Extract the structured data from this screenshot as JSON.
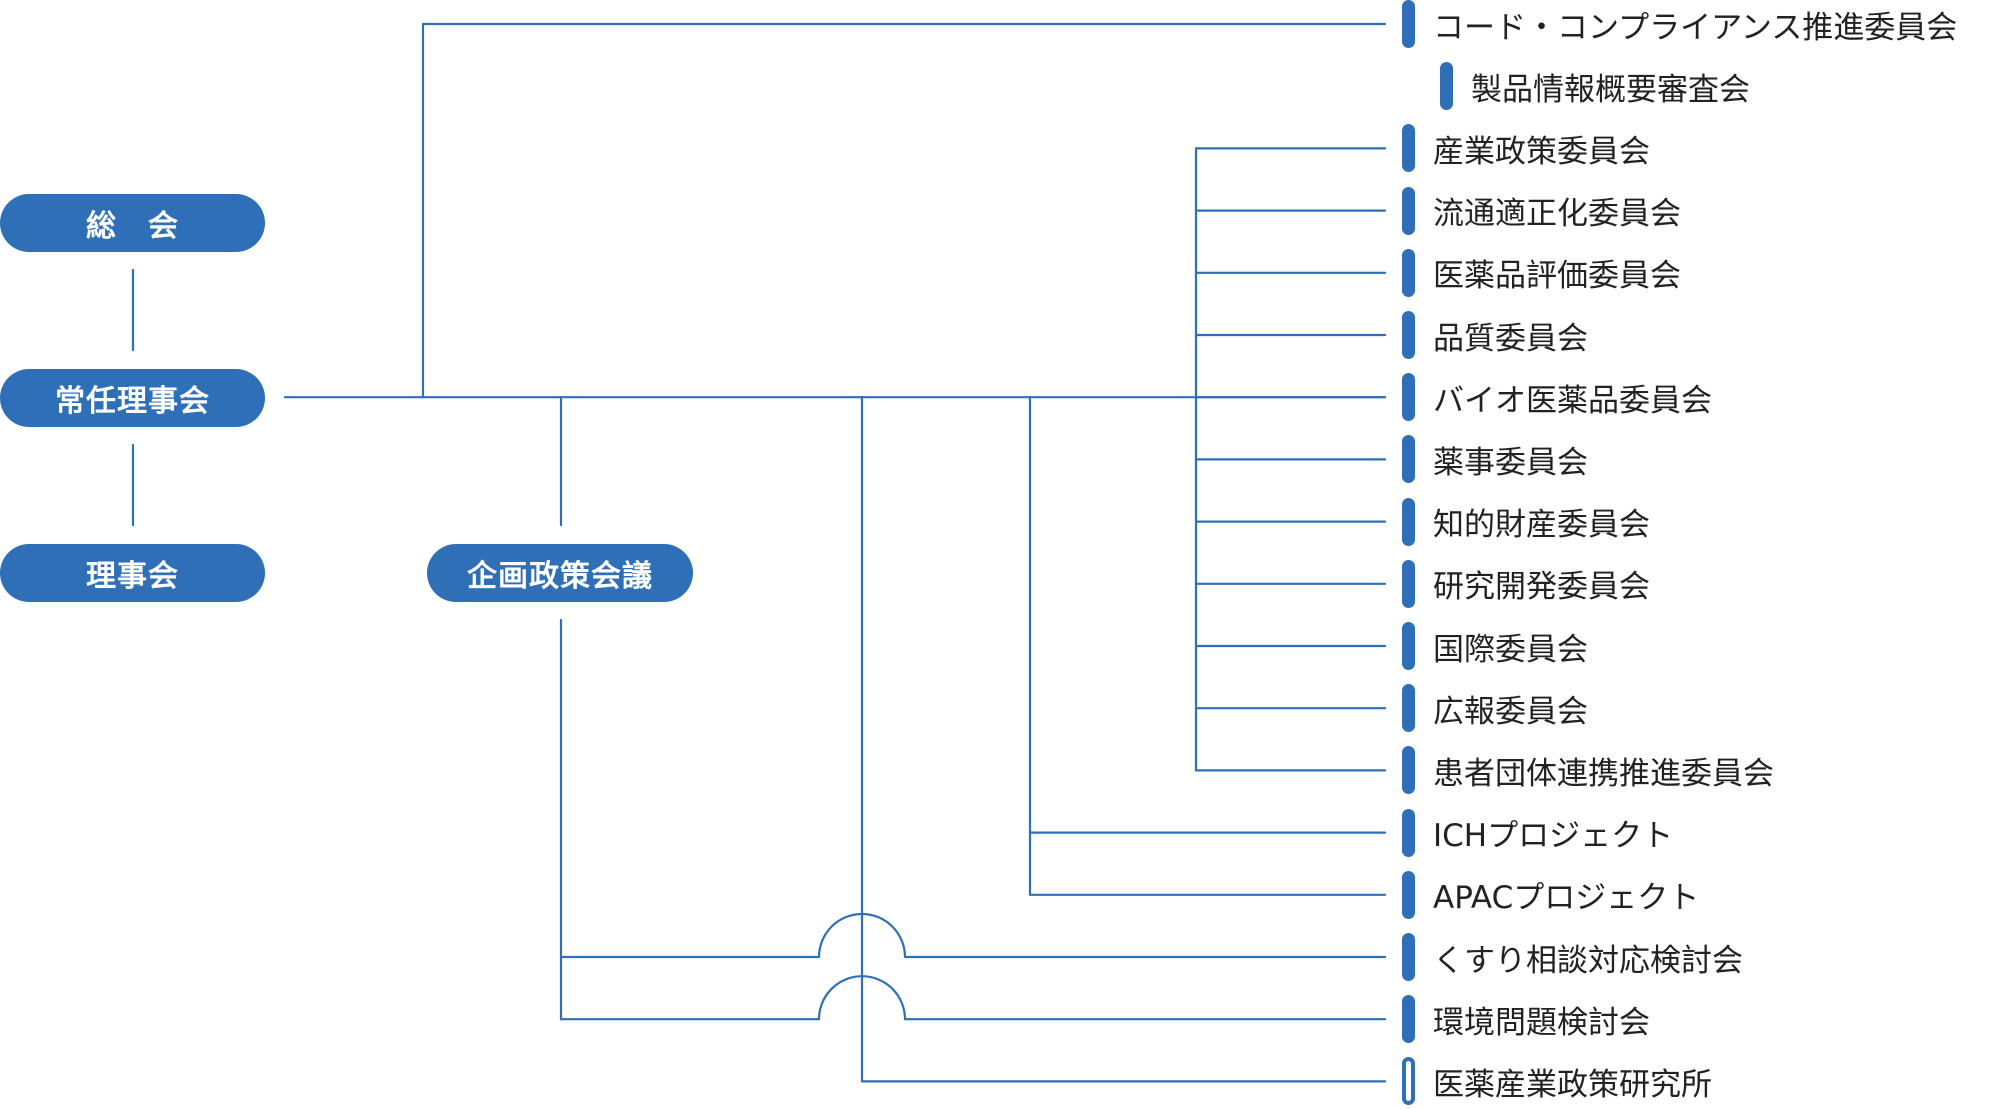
{
  "org": {
    "general_assembly": "総　会",
    "standing_board": "常任理事会",
    "board": "理事会",
    "policy_council": "企画政策会議"
  },
  "units": [
    {
      "label": "コード・コンプライアンス推進委員会",
      "sub": false,
      "style": "filled"
    },
    {
      "label": "製品情報概要審査会",
      "sub": true,
      "style": "filled"
    },
    {
      "label": "産業政策委員会",
      "sub": false,
      "style": "filled"
    },
    {
      "label": "流通適正化委員会",
      "sub": false,
      "style": "filled"
    },
    {
      "label": "医薬品評価委員会",
      "sub": false,
      "style": "filled"
    },
    {
      "label": "品質委員会",
      "sub": false,
      "style": "filled"
    },
    {
      "label": "バイオ医薬品委員会",
      "sub": false,
      "style": "filled"
    },
    {
      "label": "薬事委員会",
      "sub": false,
      "style": "filled"
    },
    {
      "label": "知的財産委員会",
      "sub": false,
      "style": "filled"
    },
    {
      "label": "研究開発委員会",
      "sub": false,
      "style": "filled"
    },
    {
      "label": "国際委員会",
      "sub": false,
      "style": "filled"
    },
    {
      "label": "広報委員会",
      "sub": false,
      "style": "filled"
    },
    {
      "label": "患者団体連携推進委員会",
      "sub": false,
      "style": "filled"
    },
    {
      "label": "ICHプロジェクト",
      "sub": false,
      "style": "filled"
    },
    {
      "label": "APACプロジェクト",
      "sub": false,
      "style": "filled"
    },
    {
      "label": "くすり相談対応検討会",
      "sub": false,
      "style": "filled"
    },
    {
      "label": "環境問題検討会",
      "sub": false,
      "style": "filled"
    },
    {
      "label": "医薬産業政策研究所",
      "sub": false,
      "style": "outline"
    }
  ],
  "colors": {
    "accent": "#2e6fb7",
    "text": "#222222"
  }
}
